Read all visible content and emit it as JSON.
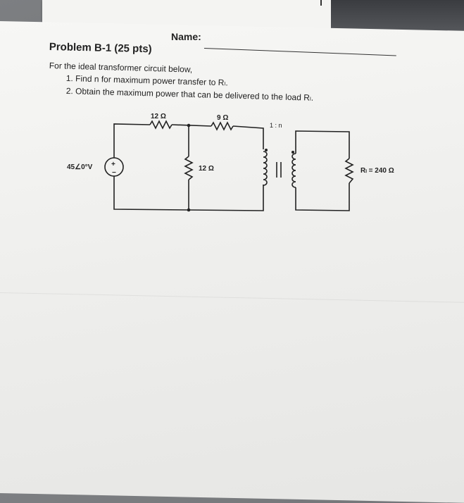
{
  "header": {
    "name_label": "Name:"
  },
  "problem": {
    "title": "Problem B-1 (25 pts)",
    "intro": "For the ideal transformer circuit below,",
    "items": [
      "1.  Find n for maximum power transfer to Rₗ.",
      "2.  Obtain the maximum power that can be delivered to the load Rₗ."
    ]
  },
  "circuit": {
    "source_label": "45∠0°V",
    "source_plus": "+",
    "source_minus": "−",
    "r1_label": "12 Ω",
    "r2_label": "9 Ω",
    "r3_label": "12 Ω",
    "ratio_label": "1 : n",
    "load_label": "Rₗ = 240 Ω"
  }
}
